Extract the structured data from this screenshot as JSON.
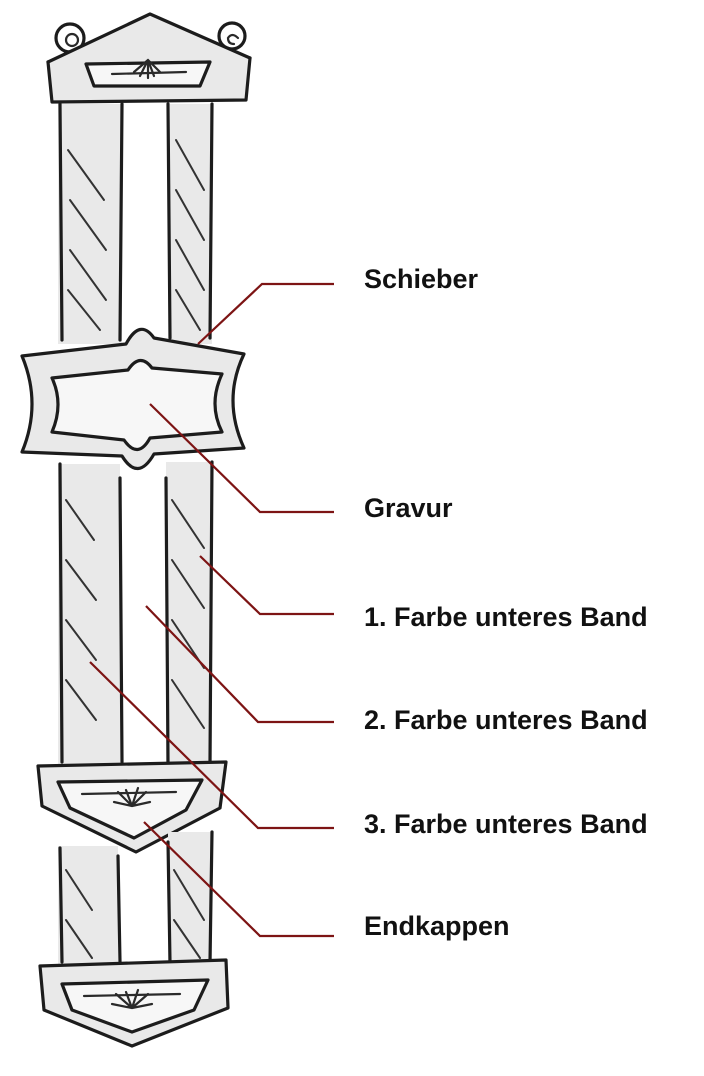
{
  "labels": {
    "schieber": "Schieber",
    "gravur": "Gravur",
    "farbe1": "1. Farbe unteres Band",
    "farbe2": "2. Farbe unteres Band",
    "farbe3": "3. Farbe unteres Band",
    "endkappen": "Endkappen"
  },
  "colors": {
    "leader_line": "#7d1414",
    "ink": "#1c1c1c"
  }
}
